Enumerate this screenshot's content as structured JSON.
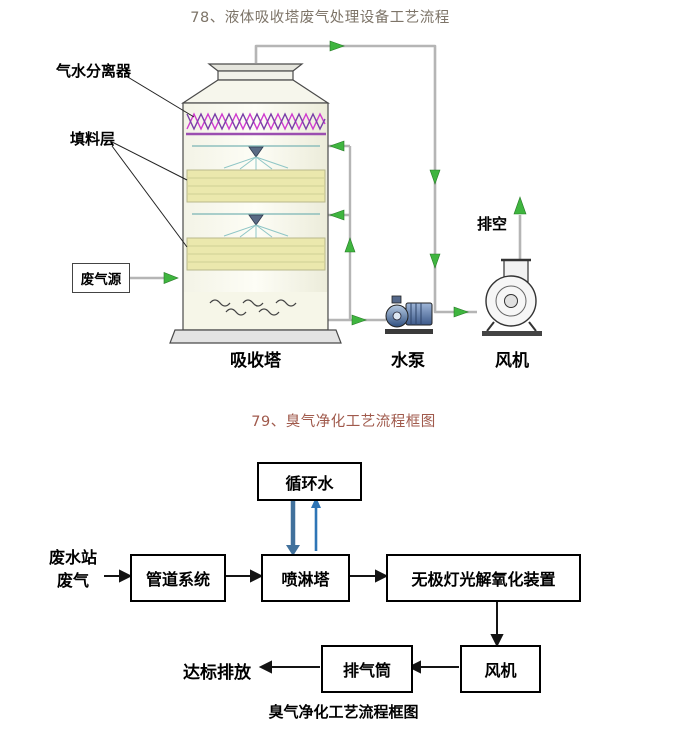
{
  "diagram1": {
    "title": "78、液体吸收塔废气处理设备工艺流程",
    "labels": {
      "separator": "气水分离器",
      "packing": "填料层",
      "waste_gas_source": "废气源",
      "tower": "吸收塔",
      "pump": "水泵",
      "fan": "风机",
      "vent": "排空"
    }
  },
  "diagram2": {
    "title": "79、臭气净化工艺流程框图",
    "nodes": {
      "circulating_water": "循环水",
      "pipe_system": "管道系统",
      "spray_tower": "喷淋塔",
      "uv_oxidation": "无极灯光解氧化装置",
      "fan": "风机",
      "stack": "排气筒"
    },
    "source_line1": "废水站",
    "source_line2": "废气",
    "outcome": "达标排放",
    "caption": "臭气净化工艺流程框图"
  },
  "colors": {
    "pipe": "#b5b5b5",
    "green_arrow": "#3fb53f",
    "demister_magenta": "#cf3ccf",
    "demister_purple": "#7a3fa8",
    "packing_fill": "#ebe8ad",
    "blue_arrow_down": "#41719c",
    "blue_arrow_up": "#2e75b6",
    "title_78": "#7d7468",
    "title_79": "#a05a4c"
  }
}
